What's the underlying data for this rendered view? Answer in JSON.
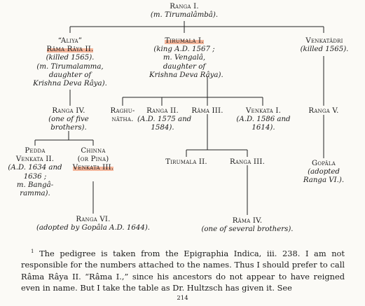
{
  "tree": {
    "root": {
      "name": "Ranga I.",
      "desc": "(m. Tirumalâmbâ)."
    },
    "aliya": {
      "title": "“Aliya”",
      "name": "Râma Râya II.",
      "desc": [
        "(killed 1565).",
        "(m. Tirumalamma,",
        "daughter of",
        "Krishna Deva Râya)."
      ]
    },
    "tirumala1": {
      "name": "Tirumala I.",
      "desc": [
        "(king A.D. 1567 ;",
        "m. Vengalâ,",
        "daughter of",
        "Krishna Deva Râya)."
      ]
    },
    "venkatadri": {
      "name": "Venkatâdri",
      "desc": "(killed 1565)."
    },
    "ranga4": {
      "name": "Ranga IV.",
      "desc": [
        "(one of five",
        "brothers)."
      ]
    },
    "raghunatha": {
      "name": [
        "Raghu-",
        "nâtha."
      ]
    },
    "ranga2": {
      "name": "Ranga II.",
      "desc": [
        "(A.D. 1575 and",
        "1584)."
      ]
    },
    "rama3": {
      "name": "Râma III."
    },
    "venkata1": {
      "name": "Venkata I.",
      "desc": [
        "(A.D. 1586 and",
        "1614)."
      ]
    },
    "ranga5": {
      "name": "Ranga V."
    },
    "pedda": {
      "name": [
        "Pedda",
        "Venkata II."
      ],
      "desc": [
        "(A.D. 1634 and",
        "1636 ;",
        "m. Bangâ-",
        "ramma)."
      ]
    },
    "chinna": {
      "name": [
        "Chinna",
        "(or Pina)",
        "Venkata III."
      ]
    },
    "tirumala2": {
      "name": "Tirumala II."
    },
    "ranga3": {
      "name": "Ranga III."
    },
    "gopala": {
      "name": "Gopâla",
      "desc": [
        "(adopted",
        "Ranga VI.)."
      ]
    },
    "ranga6": {
      "name": "Ranga VI.",
      "desc": "(adopted by Gopâla A.D. 1644)."
    },
    "rama4": {
      "name": "Râma IV.",
      "desc": "(one of several brothers)."
    }
  },
  "footnote": {
    "marker": "1",
    "text": "The pedigree is taken from the Epigraphia Indica, iii. 238. I am not responsible for the numbers attached to the names. Thus I should prefer to call Râma Râya II. “Râma I.,” since his ancestors do not appear to have reigned even in name. But I take the table as Dr. Hultzsch has given it. See"
  },
  "page_number": "214",
  "colors": {
    "highlight": "#f3b59a",
    "ink": "#1a1a1a",
    "paper": "#fbfaf6"
  }
}
